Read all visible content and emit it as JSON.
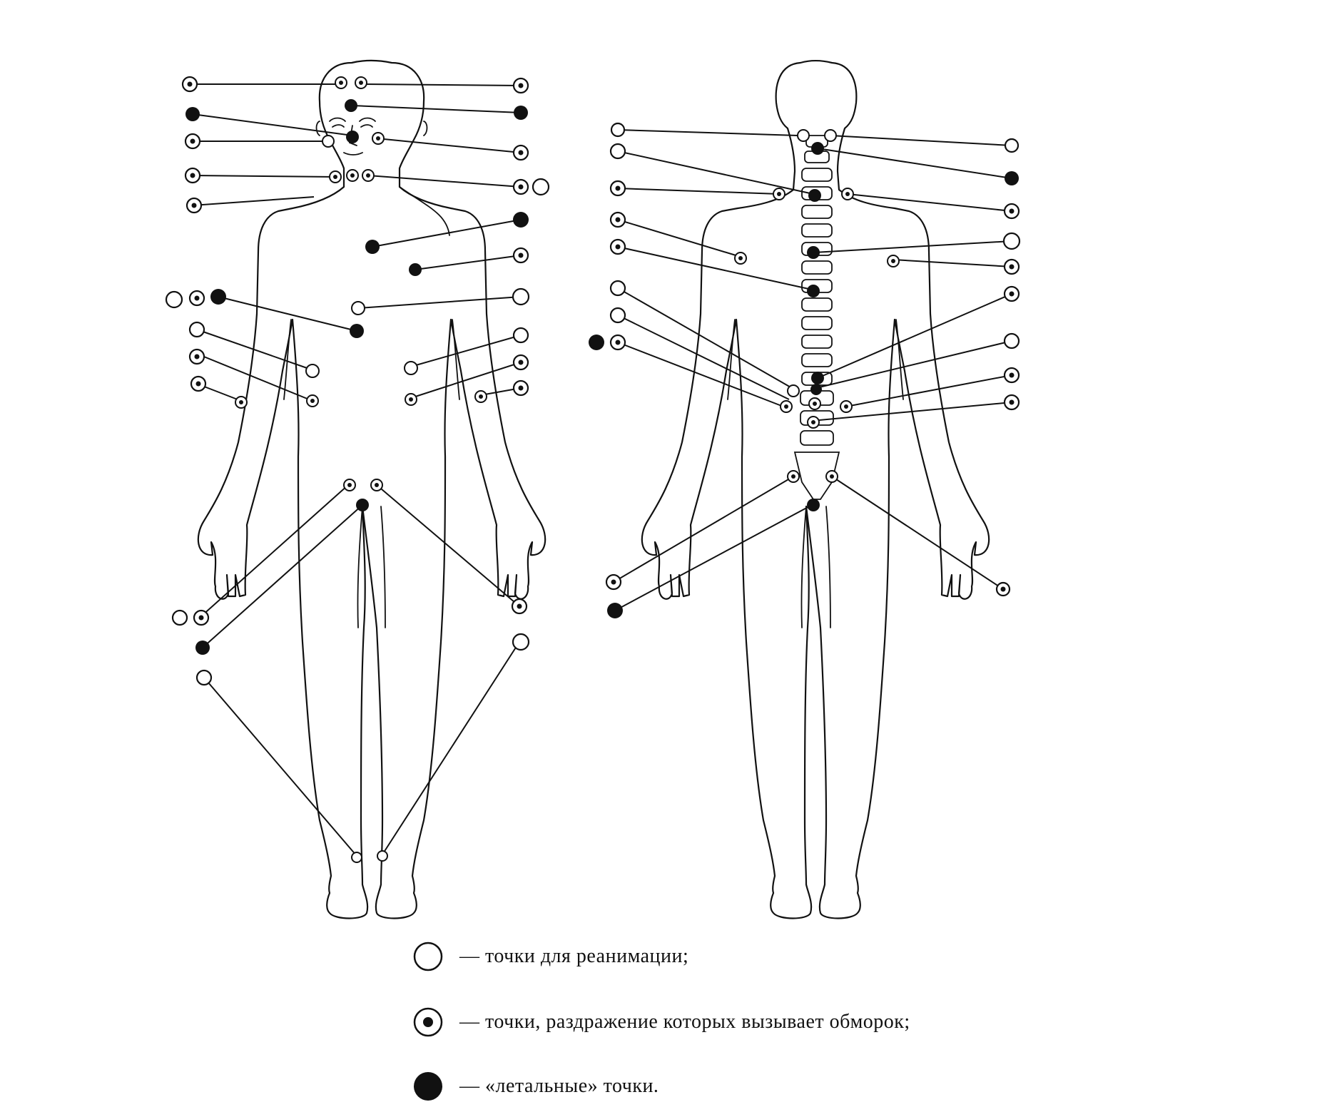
{
  "colors": {
    "ink": "#111111",
    "background": "#ffffff"
  },
  "legend": [
    {
      "symbol": "reanimation-point",
      "text": "— точки для реанимации;"
    },
    {
      "symbol": "faint-point",
      "text": "— точки, раздражение которых вызывает обморок;"
    },
    {
      "symbol": "lethal-point",
      "text": "— «летальные» точки."
    }
  ]
}
